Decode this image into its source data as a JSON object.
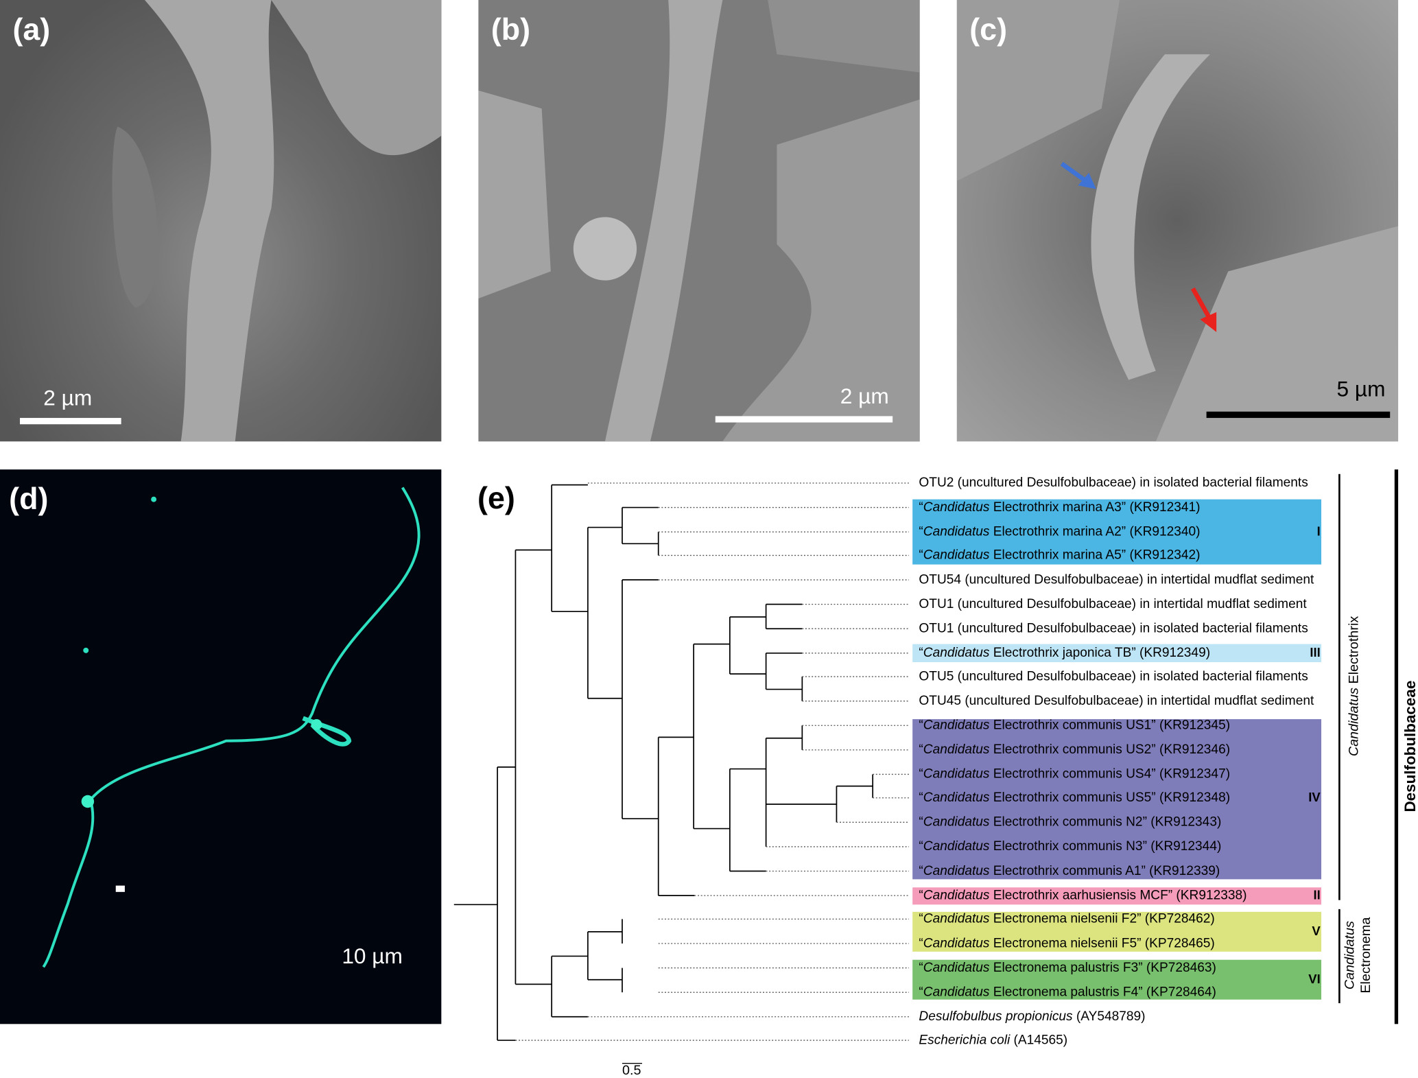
{
  "panels": {
    "a": {
      "label": "(a)",
      "scale": "2 µm"
    },
    "b": {
      "label": "(b)",
      "scale": "2 µm"
    },
    "c": {
      "label": "(c)",
      "scale": "5 µm"
    },
    "d": {
      "label": "(d)",
      "scale": "10 µm"
    },
    "e": {
      "label": "(e)"
    }
  },
  "colors": {
    "I": "#4bb5e3",
    "III": "#bde5f6",
    "IV": "#7f7cba",
    "II": "#f49cba",
    "V": "#dce480",
    "VI": "#79c06e",
    "arrow_blue": "#3f73d6",
    "arrow_red": "#e8231d",
    "fluor": "#2de0c0"
  },
  "tree": {
    "leaves": [
      {
        "italic": "",
        "text": "OTU2 (uncultured Desulfobulbaceae) in isolated bacterial filaments"
      },
      {
        "pre": "“",
        "italic": "Candidatus",
        "text": " Electrothrix marina A3” (KR912341)"
      },
      {
        "pre": "“",
        "italic": "Candidatus",
        "text": " Electrothrix marina A2” (KR912340)"
      },
      {
        "pre": "“",
        "italic": "Candidatus",
        "text": " Electrothrix marina A5” (KR912342)"
      },
      {
        "italic": "",
        "text": "OTU54 (uncultured Desulfobulbaceae) in intertidal mudflat sediment"
      },
      {
        "italic": "",
        "text": "OTU1 (uncultured Desulfobulbaceae) in intertidal mudflat sediment"
      },
      {
        "italic": "",
        "text": "OTU1 (uncultured Desulfobulbaceae) in isolated bacterial filaments"
      },
      {
        "pre": "“",
        "italic": "Candidatus",
        "text": " Electrothrix japonica TB” (KR912349)"
      },
      {
        "italic": "",
        "text": "OTU5 (uncultured Desulfobulbaceae) in isolated bacterial filaments"
      },
      {
        "italic": "",
        "text": "OTU45 (uncultured Desulfobulbaceae) in intertidal mudflat sediment"
      },
      {
        "pre": "“",
        "italic": "Candidatus",
        "text": " Electrothrix communis US1” (KR912345)"
      },
      {
        "pre": "“",
        "italic": "Candidatus",
        "text": " Electrothrix communis US2” (KR912346)"
      },
      {
        "pre": "“",
        "italic": "Candidatus",
        "text": " Electrothrix communis US4” (KR912347)"
      },
      {
        "pre": "“",
        "italic": "Candidatus",
        "text": " Electrothrix communis US5” (KR912348)"
      },
      {
        "pre": "“",
        "italic": "Candidatus",
        "text": " Electrothrix communis N2” (KR912343)"
      },
      {
        "pre": "“",
        "italic": "Candidatus",
        "text": " Electrothrix communis N3” (KR912344)"
      },
      {
        "pre": "“",
        "italic": "Candidatus",
        "text": " Electrothrix communis A1” (KR912339)"
      },
      {
        "pre": "“",
        "italic": "Candidatus",
        "text": " Electrothrix aarhusiensis MCF” (KR912338)"
      },
      {
        "pre": "“",
        "italic": "Candidatus",
        "text": " Electronema nielsenii F2” (KP728462)"
      },
      {
        "pre": "“",
        "italic": "Candidatus",
        "text": " Electronema nielsenii F5” (KP728465)"
      },
      {
        "pre": "“",
        "italic": "Candidatus",
        "text": " Electronema palustris F3” (KP728463)"
      },
      {
        "pre": "“",
        "italic": "Candidatus",
        "text": " Electronema palustris F4” (KP728464)"
      },
      {
        "italic": "Desulfobulbus propionicus",
        "text": " (AY548789)"
      },
      {
        "italic": "Escherichia coli",
        "text": " (A14565)"
      }
    ],
    "groups": [
      "I",
      "III",
      "IV",
      "II",
      "V",
      "VI"
    ],
    "clade_electrothrix": {
      "italic": "Candidatus",
      "text": "Electrothrix"
    },
    "clade_electronema": {
      "italic": "Candidatus",
      "text": "Electronema"
    },
    "family": "Desulfobulbaceae",
    "scale_bar": "0.5"
  }
}
